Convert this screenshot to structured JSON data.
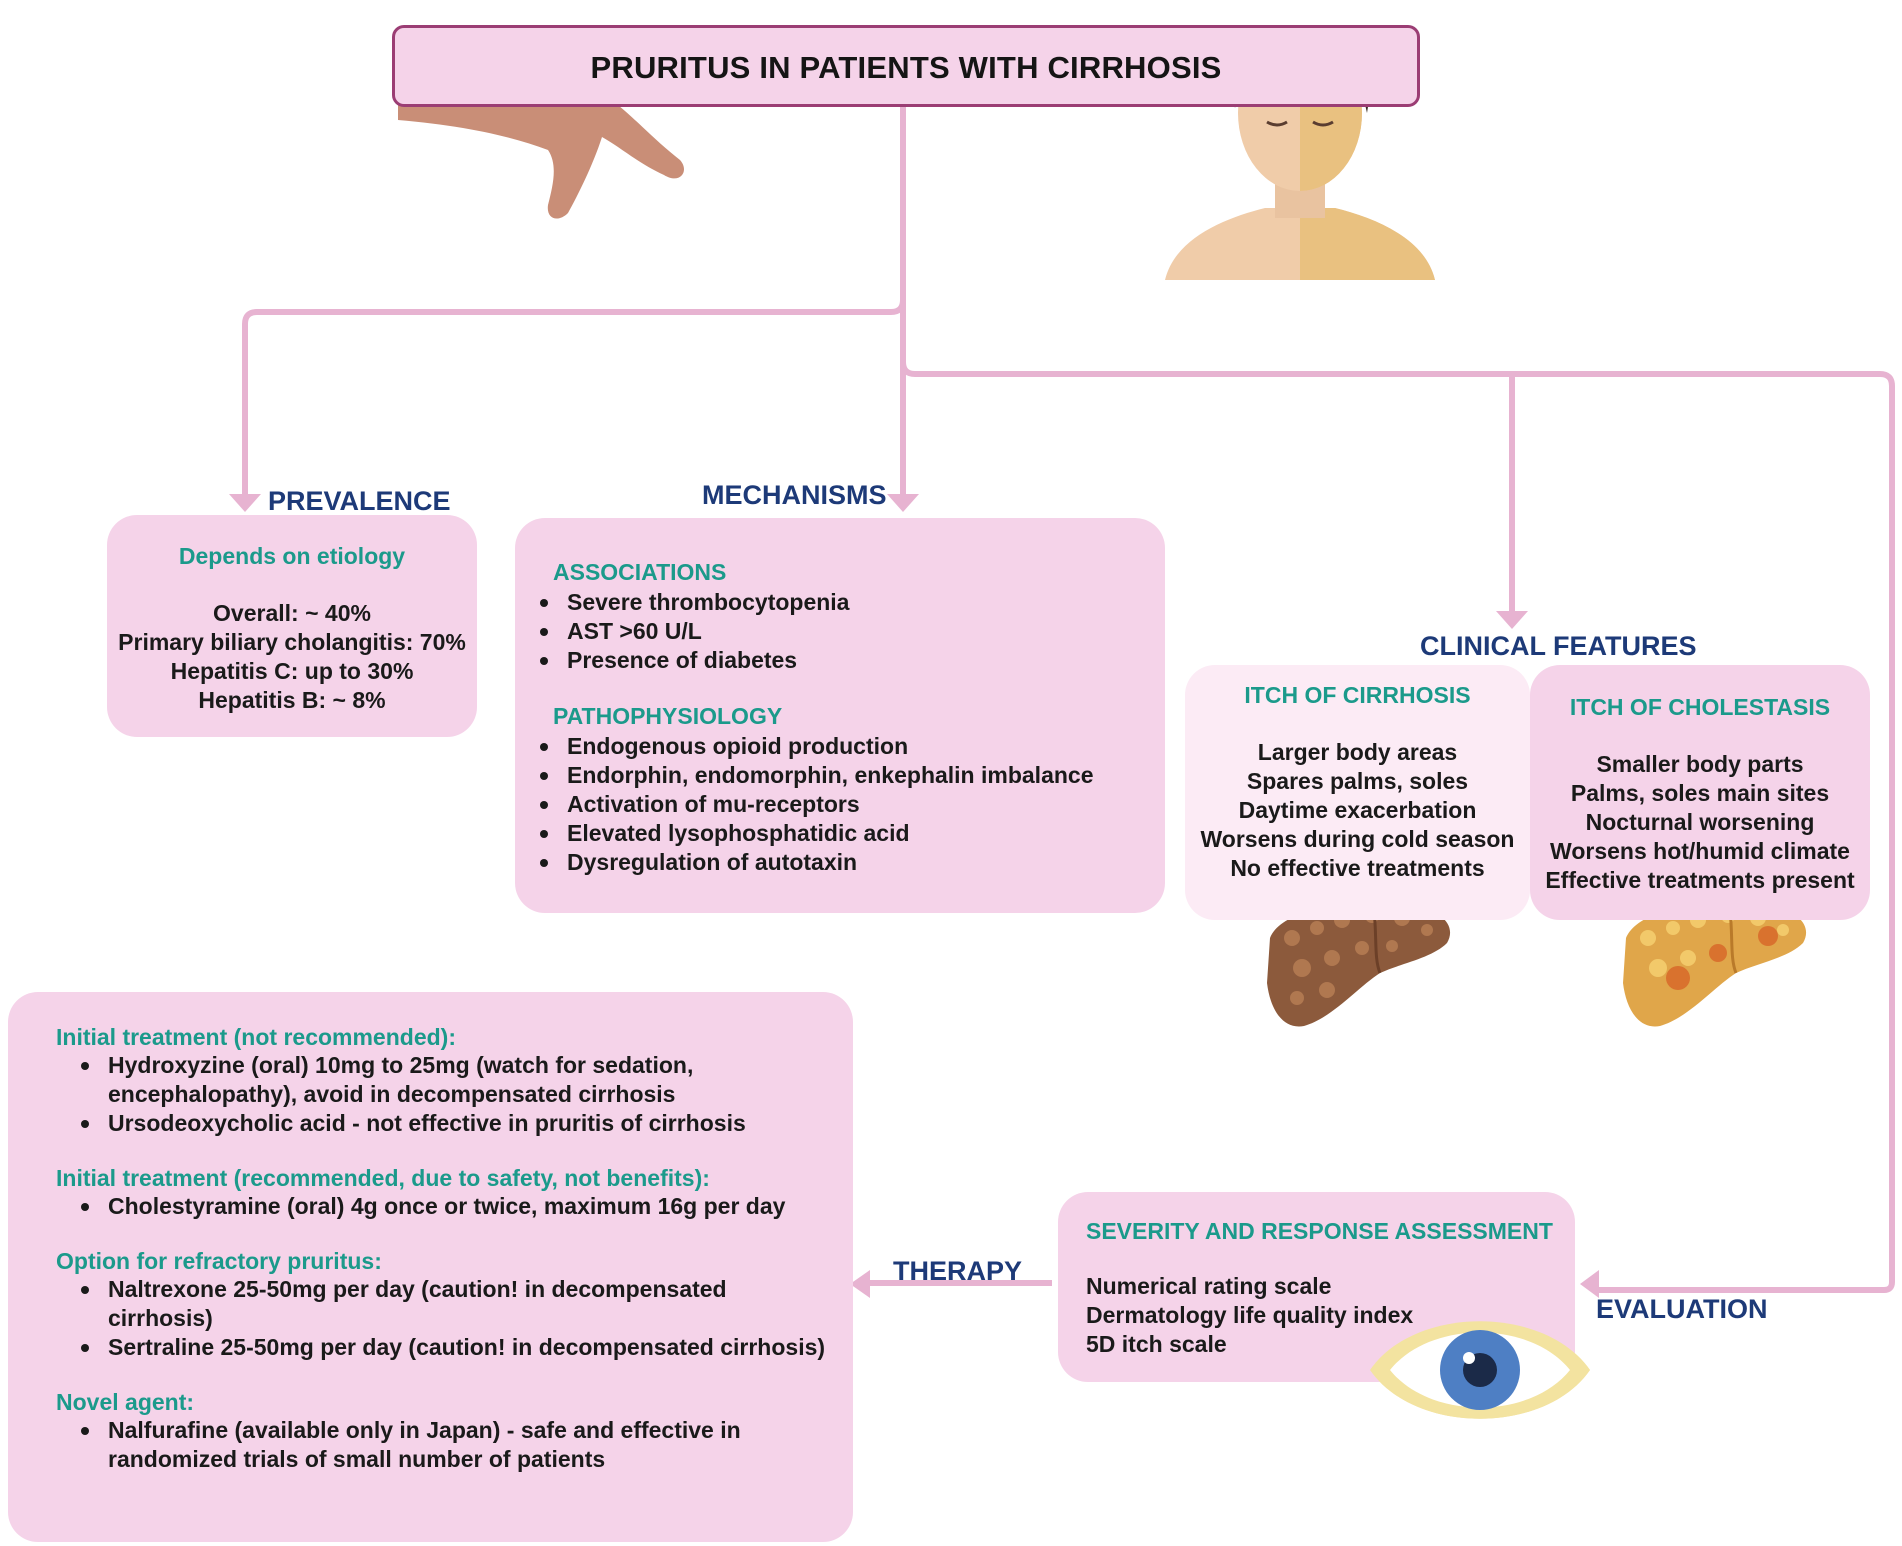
{
  "title": "PRURITUS IN PATIENTS WITH CIRRHOSIS",
  "prevalence": {
    "heading": "PREVALENCE",
    "subheading": "Depends on etiology",
    "lines": [
      "Overall: ~ 40%",
      "Primary biliary cholangitis: 70%",
      "Hepatitis C: up to 30%",
      "Hepatitis B: ~ 8%"
    ]
  },
  "mechanisms": {
    "heading": "MECHANISMS",
    "associations_title": "ASSOCIATIONS",
    "associations": [
      "Severe thrombocytopenia",
      "AST >60 U/L",
      "Presence of diabetes"
    ],
    "patho_title": "PATHOPHYSIOLOGY",
    "patho": [
      "Endogenous opioid production",
      "Endorphin, endomorphin, enkephalin imbalance",
      "Activation of mu-receptors",
      "Elevated lysophosphatidic acid",
      "Dysregulation of autotaxin"
    ]
  },
  "clinical": {
    "heading": "CLINICAL FEATURES",
    "cirrhosis_title": "ITCH OF CIRRHOSIS",
    "cirrhosis": [
      "Larger body areas",
      "Spares palms, soles",
      "Daytime exacerbation",
      "Worsens during cold season",
      "No effective treatments"
    ],
    "cholestasis_title": "ITCH OF CHOLESTASIS",
    "cholestasis": [
      "Smaller body parts",
      "Palms, soles main sites",
      "Nocturnal worsening",
      "Worsens hot/humid climate",
      "Effective treatments present"
    ]
  },
  "evaluation": {
    "heading": "EVALUATION",
    "box_title": "SEVERITY AND RESPONSE ASSESSMENT",
    "lines": [
      "Numerical rating scale",
      "Dermatology life quality index",
      "5D itch scale"
    ]
  },
  "therapy": {
    "heading": "THERAPY",
    "s1_title": "Initial treatment (not recommended):",
    "s1": [
      "Hydroxyzine (oral) 10mg to 25mg (watch for sedation, encephalopathy), avoid in decompensated cirrhosis",
      "Ursodeoxycholic acid - not effective in pruritis of cirrhosis"
    ],
    "s2_title": "Initial treatment (recommended, due to safety, not benefits):",
    "s2": [
      "Cholestyramine (oral) 4g once or twice, maximum 16g per day"
    ],
    "s3_title": "Option for refractory pruritus:",
    "s3": [
      "Naltrexone 25-50mg per day (caution! in decompensated cirrhosis)",
      "Sertraline 25-50mg per day (caution! in decompensated cirrhosis)"
    ],
    "s4_title": "Novel agent:",
    "s4": [
      "Nalfurafine (available only in Japan) - safe and effective in randomized trials of small number of patients"
    ]
  },
  "colors": {
    "connector": "#e7b3d1",
    "box_fill": "#f5d3e9",
    "box_light": "#fcebf5",
    "heading": "#1d3a78",
    "subheading": "#1b9a8b"
  }
}
